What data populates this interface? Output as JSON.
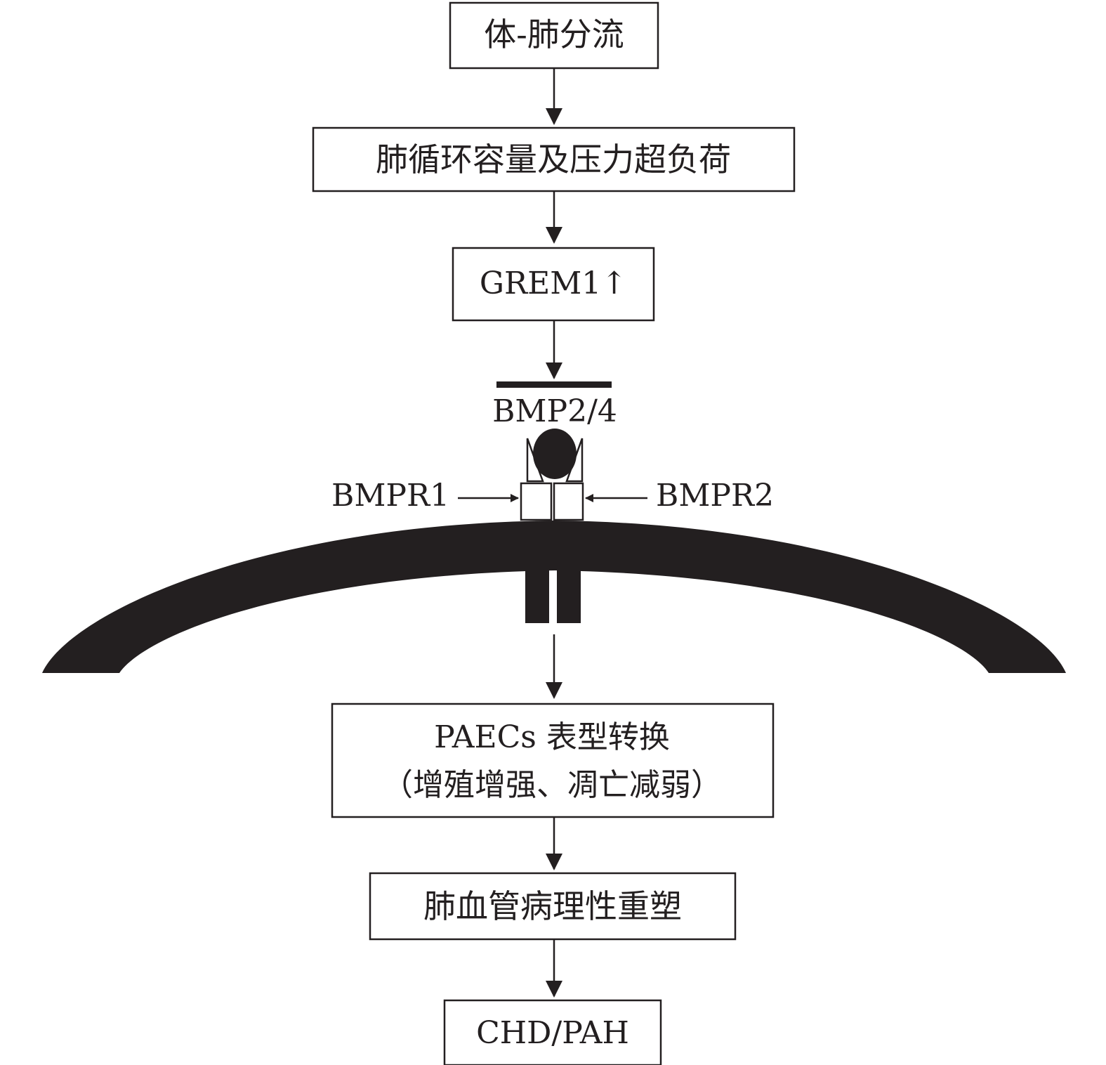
{
  "colors": {
    "ink": "#231f20",
    "background": "#ffffff"
  },
  "nodes": {
    "shunt": "体-肺分流",
    "overload": "肺循环容量及压力超负荷",
    "grem1": "GREM1↑",
    "bmp": "BMP2/4",
    "bmpr1": "BMPR1",
    "bmpr2": "BMPR2",
    "paecs_line1": "PAECs 表型转换",
    "paecs_line2": "（增殖增强、凋亡减弱）",
    "remodeling": "肺血管病理性重塑",
    "outcome": "CHD/PAH"
  }
}
